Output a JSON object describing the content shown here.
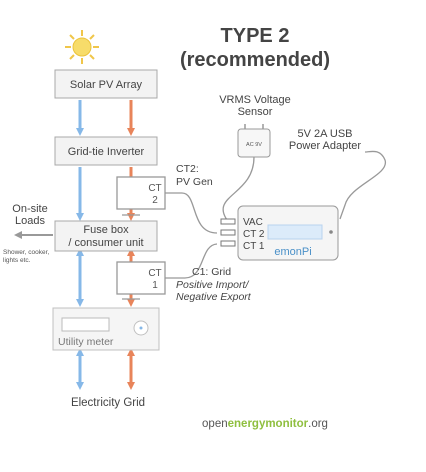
{
  "header": {
    "title_line1": "TYPE 2",
    "title_line2": "(recommended)"
  },
  "boxes": {
    "solar": "Solar PV Array",
    "inverter": "Grid-tie Inverter",
    "fuse_line1": "Fuse box",
    "fuse_line2": "/ consumer unit",
    "meter": "Utility meter",
    "emonpi_prefix": "emon",
    "emonpi_suffix": "Pi"
  },
  "ct_upper": {
    "label": "CT",
    "number": "2"
  },
  "ct_lower": {
    "label": "CT",
    "number": "1"
  },
  "sensor": {
    "line1": "VRMS Voltage",
    "line2": "Sensor",
    "plug_text": "AC 9V"
  },
  "adapter": {
    "line1": "5V 2A USB",
    "line2": "Power Adapter"
  },
  "ports": {
    "vac": "VAC",
    "ct2": "CT 2",
    "ct1": "CT 1"
  },
  "callouts": {
    "ct2_line1": "CT2:",
    "ct2_line2": "PV Gen",
    "ct1_line1": "C1: Grid",
    "ct1_line2": "Positive Import/",
    "ct1_line3": "Negative Export"
  },
  "loads": {
    "line1": "On-site",
    "line2": "Loads",
    "detail1": "Shower, cooker,",
    "detail2": "lights etc."
  },
  "footer": {
    "grid": "Electricity Grid",
    "brand_pre": "open",
    "brand_bold": "energymonitor",
    "brand_post": ".org"
  },
  "colors": {
    "blue": "#86b8e8",
    "orange": "#e8845a",
    "box_stroke": "#a8a8a8",
    "box_fill": "#f3f3f3",
    "text": "#444444",
    "brand_green": "#8fbf3f",
    "screen": "#dcebfa"
  }
}
